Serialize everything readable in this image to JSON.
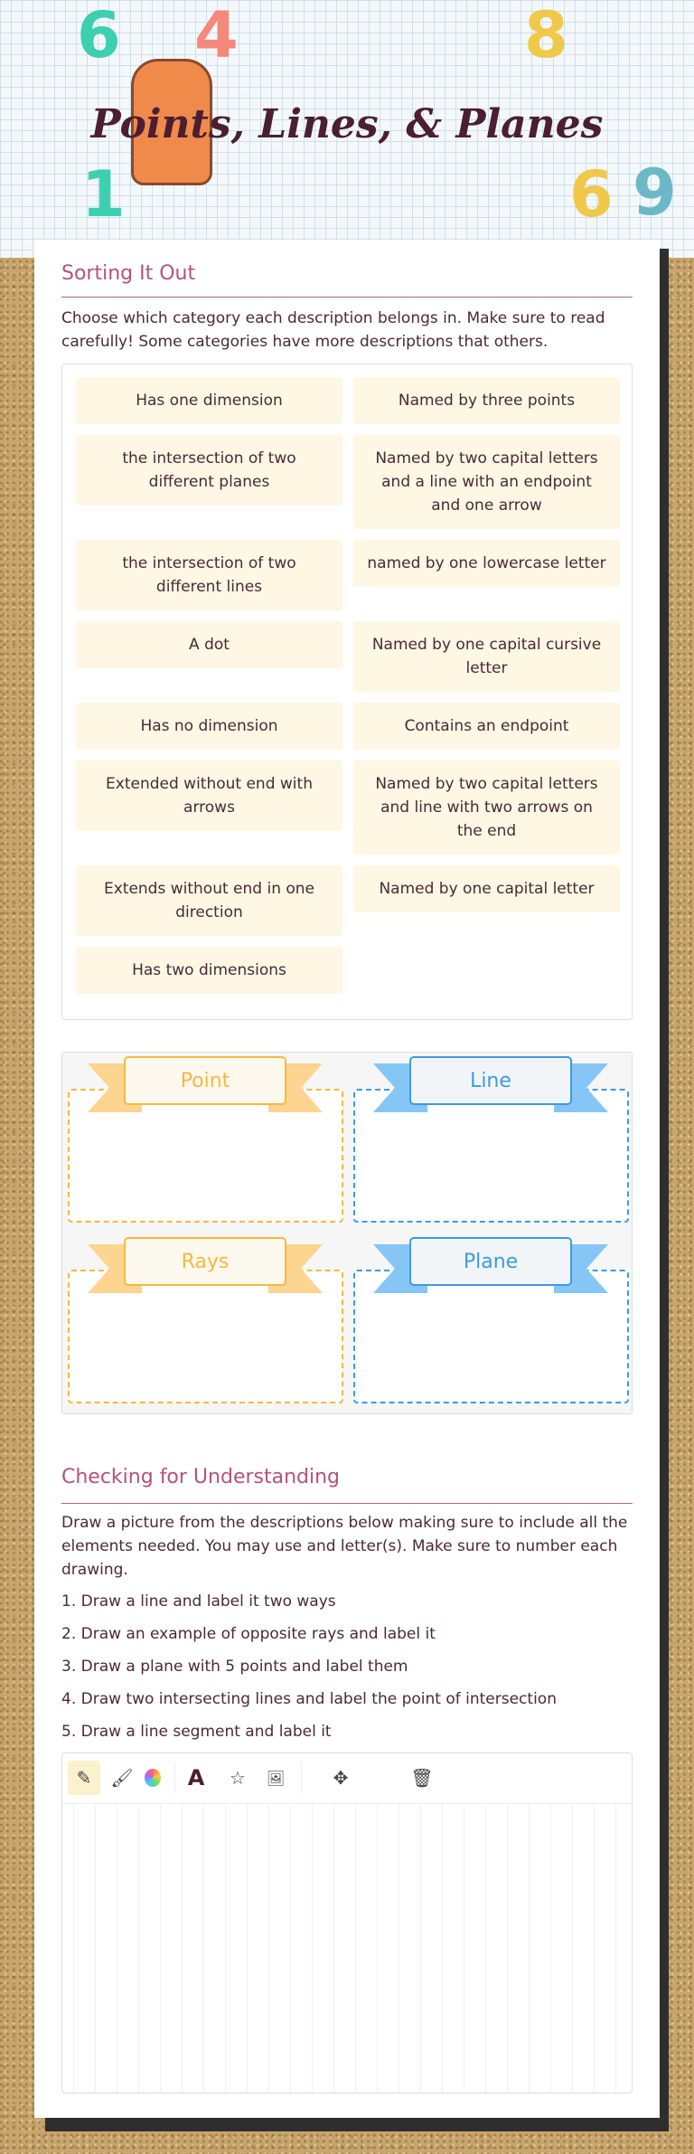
{
  "header": {
    "title": "Points, Lines, & Planes"
  },
  "sorting": {
    "heading": "Sorting It Out",
    "instructions": "Choose which category each description belongs in.  Make sure to read carefully!  Some categories have more descriptions that others.",
    "items": [
      [
        "Has one dimension",
        "Named by three points"
      ],
      [
        "the intersection of two different planes",
        "Named by two capital letters and a line with an endpoint and one arrow"
      ],
      [
        "the intersection of two different lines",
        "named by one lowercase letter"
      ],
      [
        "A dot",
        "Named by one capital cursive letter"
      ],
      [
        "Has no dimension",
        "Contains an endpoint"
      ],
      [
        "Extended without end with arrows",
        "Named by two capital letters and line with two arrows on the end"
      ],
      [
        "Extends without end in one direction",
        "Named by one capital letter"
      ],
      [
        "Has two dimensions",
        null
      ]
    ],
    "categories": [
      {
        "label": "Point",
        "color": "#f5b93e"
      },
      {
        "label": "Line",
        "color": "#3d9be0"
      },
      {
        "label": "Rays",
        "color": "#f5b93e"
      },
      {
        "label": "Plane",
        "color": "#3d9be0"
      }
    ]
  },
  "checking": {
    "heading": "Checking for Understanding",
    "instructions": "Draw a picture from the descriptions below making sure to include all the elements needed.  You may use and letter(s).  Make sure to number each drawing.",
    "list": [
      "1. Draw a line and label it two ways",
      "2. Draw an example of opposite rays and label it",
      "3. Draw a plane with 5 points and label them",
      "4. Draw two intersecting lines and label the point of intersection",
      "5. Draw a line segment and label it"
    ]
  },
  "toolbar": {
    "tools": [
      "pencil-icon",
      "brush-icon",
      "color-wheel-icon",
      "text-icon",
      "star-icon",
      "image-icon",
      "move-icon",
      "trash-icon"
    ],
    "text_glyph": "A",
    "active_color": "#fbf1cc"
  }
}
